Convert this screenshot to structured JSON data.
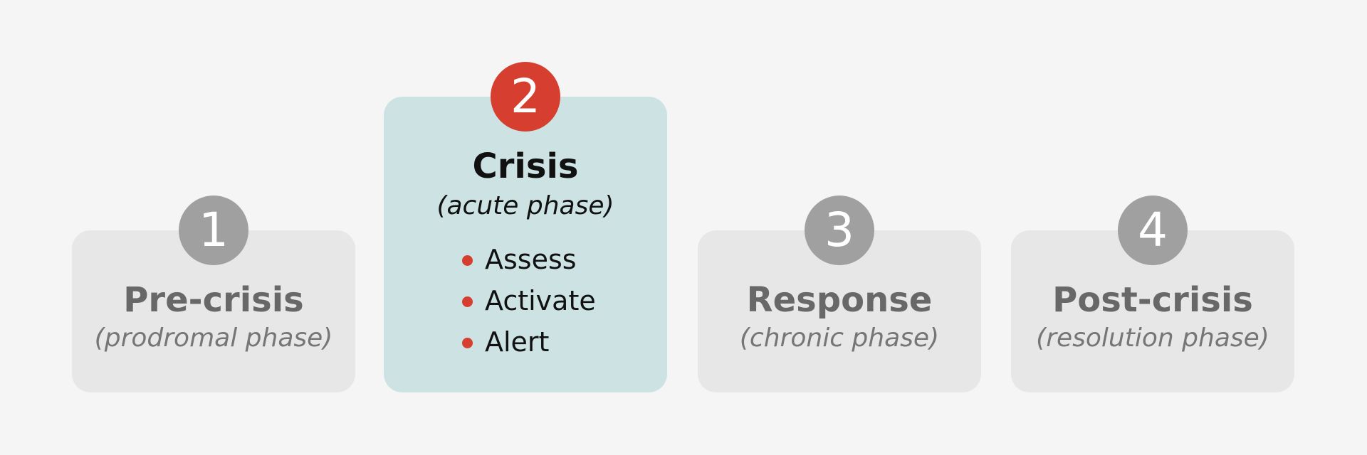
{
  "colors": {
    "background": "#f5f5f5",
    "inactive_card": "#e6e7e6",
    "active_card": "#cde3e3",
    "inactive_badge": "#a0a0a0",
    "active_badge": "#d63f2f",
    "bullet": "#d63f2f"
  },
  "phases": [
    {
      "number": "1",
      "title": "Pre-crisis",
      "subtitle": "(prodromal phase)",
      "active": false
    },
    {
      "number": "2",
      "title": "Crisis",
      "subtitle": "(acute phase)",
      "active": true,
      "items": [
        "Assess",
        "Activate",
        "Alert"
      ]
    },
    {
      "number": "3",
      "title": "Response",
      "subtitle": "(chronic phase)",
      "active": false
    },
    {
      "number": "4",
      "title": "Post-crisis",
      "subtitle": "(resolution phase)",
      "active": false
    }
  ]
}
